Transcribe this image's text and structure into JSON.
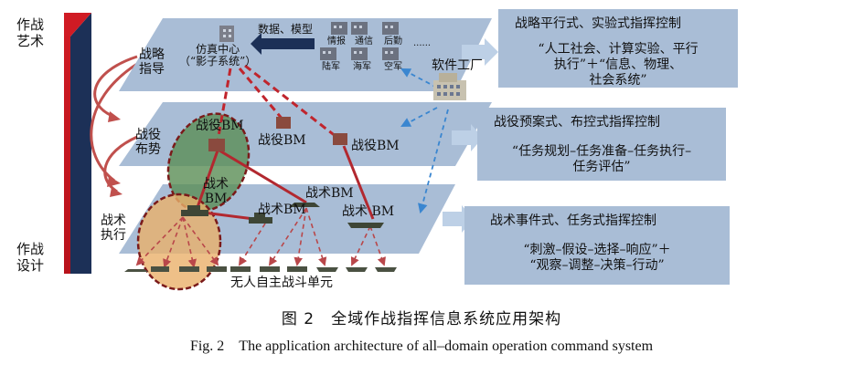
{
  "axis": {
    "top_label": "作战\n艺术",
    "bottom_label": "作战\n设计"
  },
  "layers": {
    "strategic": {
      "label": "战略\n指导",
      "sim_center": "仿真中心\n（“影子系统”）",
      "data_model": "数据、模型",
      "units": [
        "情报",
        "通信",
        "后勤",
        "陆军",
        "海军",
        "空军"
      ],
      "ellipsis": "......"
    },
    "campaign": {
      "label": "战役\n布势",
      "bm_main": "战役BM",
      "bm_a": "战役BM",
      "bm_b": "战役BM"
    },
    "tactical": {
      "label": "战术\n执行",
      "bm_main": "战术\nBM",
      "bm_a": "战术BM",
      "bm_b": "战术BM",
      "bm_c": "战术 BM",
      "unmanned": "无人自主战斗单元"
    }
  },
  "software_factory": "软件工厂",
  "boxes": [
    {
      "title": "战略平行式、实验式指挥控制",
      "body": "“人工社会、计算实验、平行\n执行”＋“信息、物理、\n社会系统”"
    },
    {
      "title": "战役预案式、布控式指挥控制",
      "body": "“任务规划–任务准备–任务执行–\n任务评估”"
    },
    {
      "title": "战术事件式、任务式指挥控制",
      "body": "“刺激–假设–选择–响应”＋\n“观察–调整–决策–行动”"
    }
  ],
  "caption_cn": "图 2　全域作战指挥信息系统应用架构",
  "caption_en": "Fig. 2　The application architecture of all–domain operation command system",
  "colors": {
    "layer_fill": "#a9bdd6",
    "arrow_fill": "#bdd0e6",
    "red": "#c0252d",
    "dark_navy": "#1c3057",
    "green_ellipse": "#5a8d55",
    "orange_ellipse": "#eab06a",
    "dash_blue": "#3a86d0"
  }
}
